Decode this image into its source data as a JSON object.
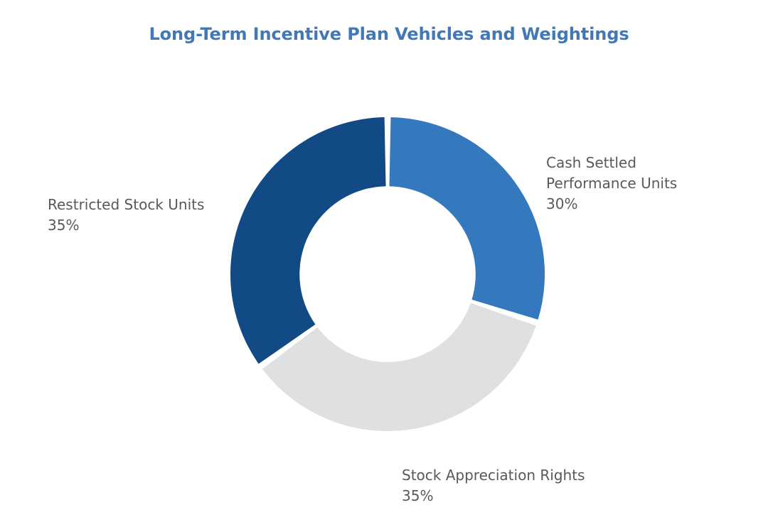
{
  "chart": {
    "title": "Long-Term Incentive Plan Vehicles and Weightings"
  },
  "labels": {
    "cash": {
      "name": "Cash Settled\nPerformance Units",
      "pct": "30%"
    },
    "rsu": {
      "name": "Restricted Stock Units",
      "pct": "35%"
    },
    "sar": {
      "name": "Stock Appreciation Rights",
      "pct": "35%"
    }
  },
  "chart_data": {
    "type": "pie",
    "variant": "donut",
    "title": "Long-Term Incentive Plan Vehicles and Weightings",
    "xlabel": "",
    "ylabel": "",
    "units": "percent",
    "total": 100,
    "legend": "none (direct labels)",
    "grid": false,
    "start_angle_deg": 0,
    "direction": "clockwise",
    "inner_radius_ratio": 0.56,
    "slice_gap": true,
    "categories": [
      "Cash Settled Performance Units",
      "Stock Appreciation Rights",
      "Restricted Stock Units"
    ],
    "values": [
      30,
      35,
      35
    ],
    "value_labels": [
      "30%",
      "35%",
      "35%"
    ],
    "colors": [
      "#3479bd",
      "#dfe0e1",
      "#114a85"
    ],
    "slices": [
      {
        "label": "Cash Settled Performance Units",
        "value": 30,
        "value_label": "30%",
        "color": "#3479bd",
        "label_position": "right"
      },
      {
        "label": "Stock Appreciation Rights",
        "value": 35,
        "value_label": "35%",
        "color": "#dfe0e1",
        "label_position": "bottom"
      },
      {
        "label": "Restricted Stock Units",
        "value": 35,
        "value_label": "35%",
        "color": "#114a85",
        "label_position": "left"
      }
    ]
  },
  "theme": {
    "background": "#ffffff",
    "title_color": "#4179b8",
    "label_color": "#595959",
    "accent_blue": "#3479bd",
    "accent_navy": "#114a85",
    "accent_gray": "#dfe0e1"
  }
}
